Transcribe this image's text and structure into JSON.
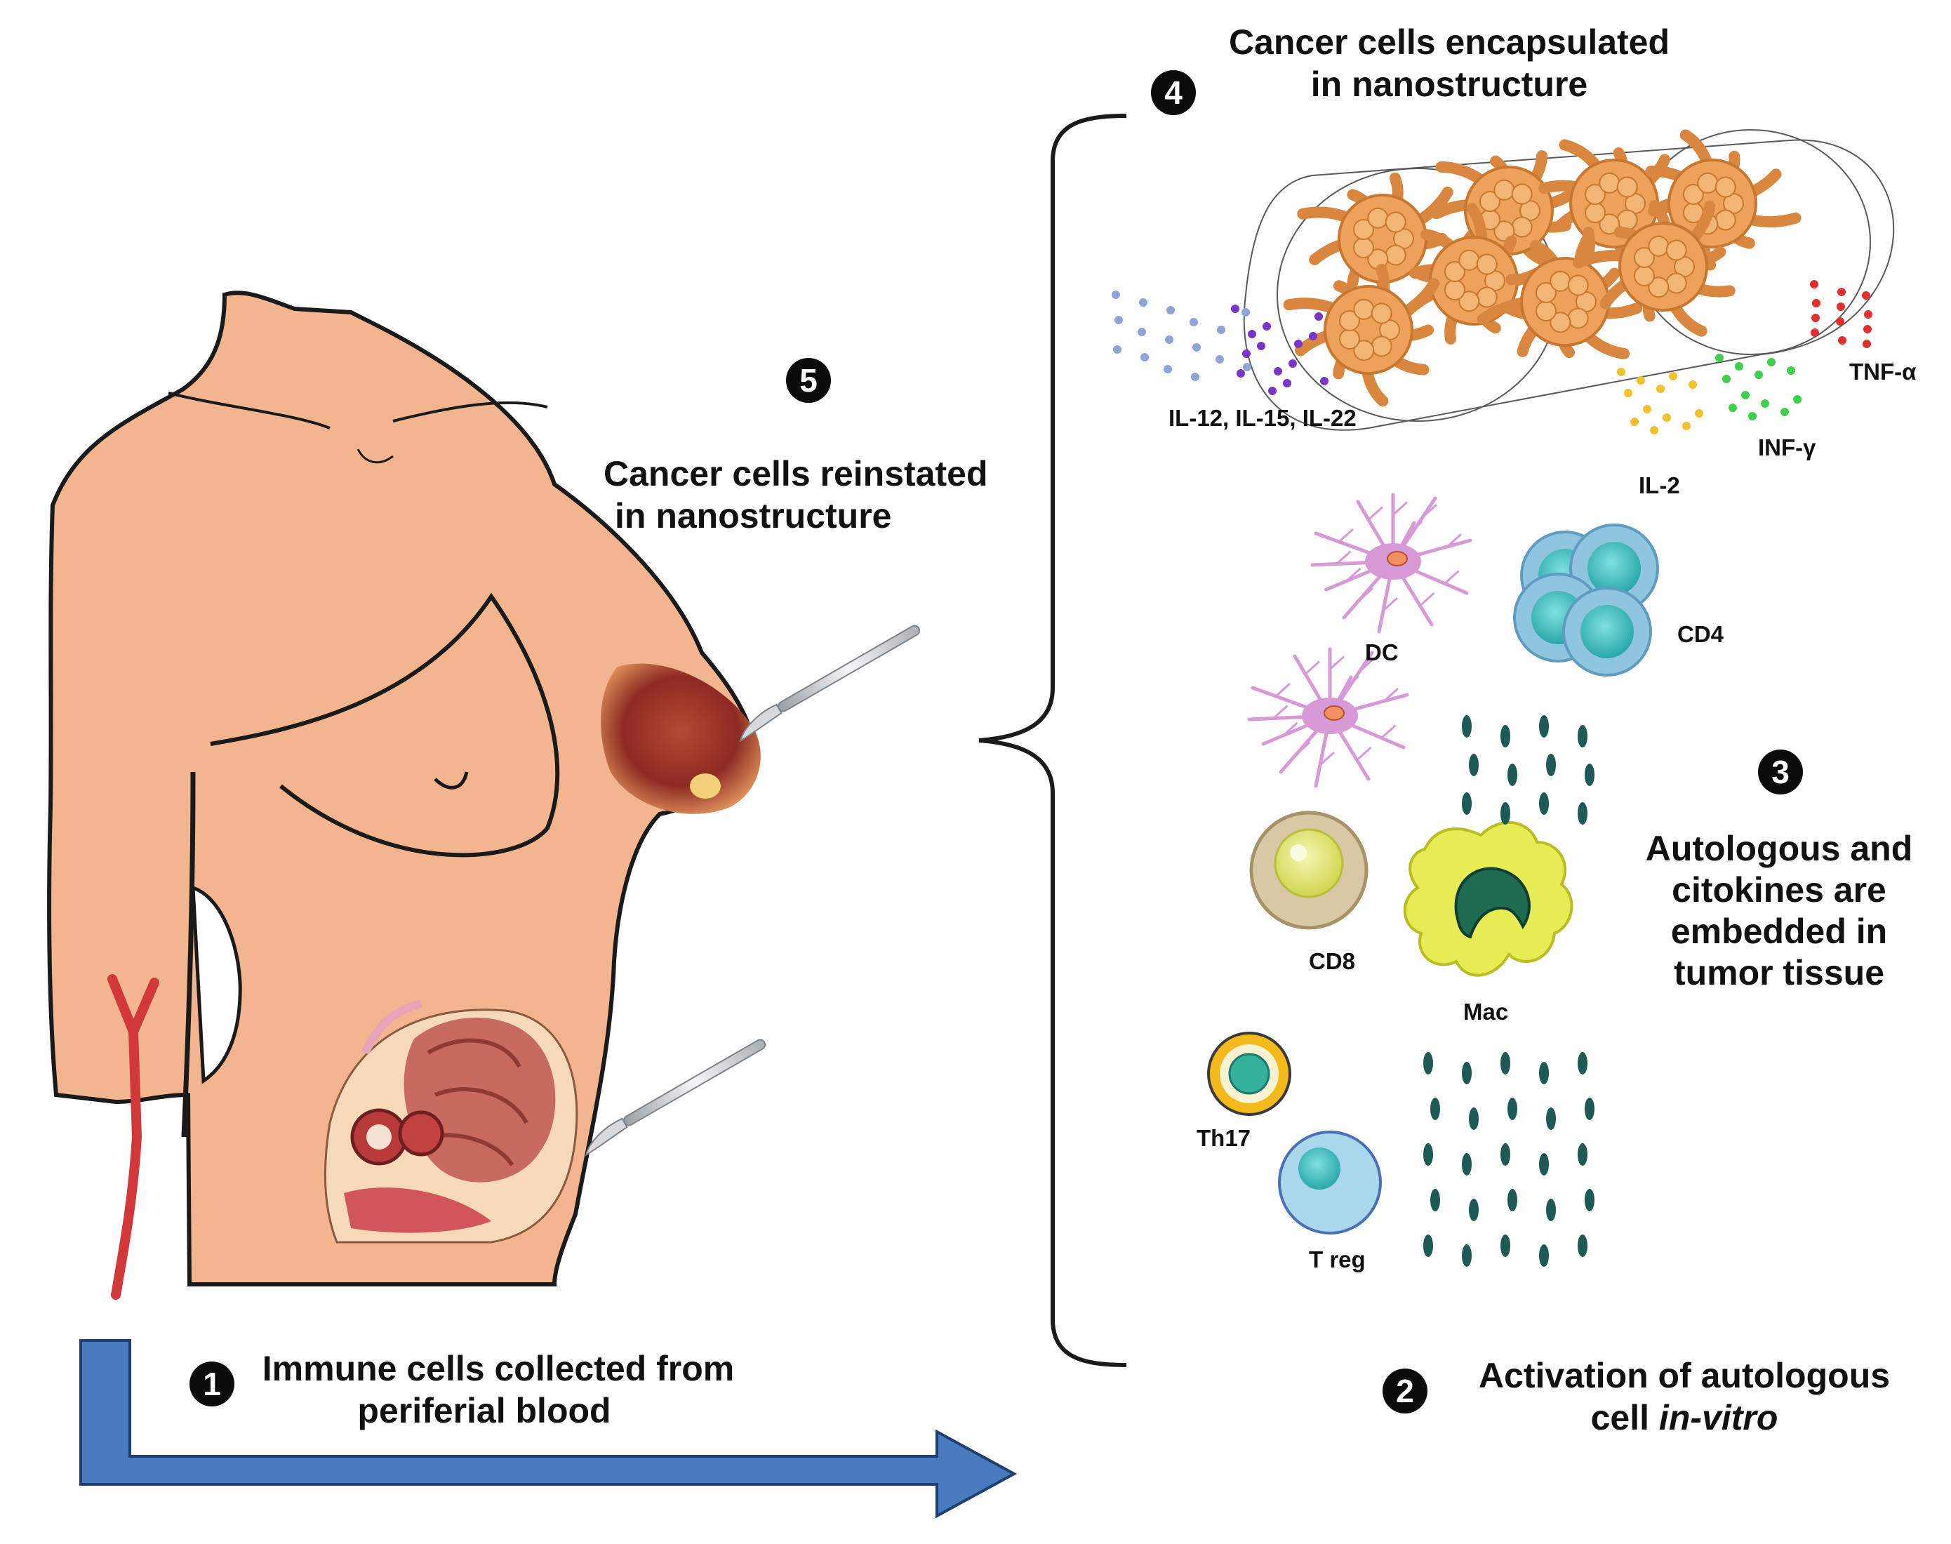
{
  "steps": {
    "step1": {
      "number": "1",
      "text_line1": "Immune cells collected from",
      "text_line2": "periferial blood"
    },
    "step2": {
      "number": "2",
      "text_line1": "Activation of autologous",
      "text_line2_plain": "cell ",
      "text_line2_italic": "in-vitro"
    },
    "step3": {
      "number": "3",
      "text_line1": "Autologous and",
      "text_line2": "citokines are",
      "text_line3": "embedded in",
      "text_line4": "tumor tissue"
    },
    "step4": {
      "number": "4",
      "text_line1": "Cancer cells encapsulated",
      "text_line2": "in nanostructure"
    },
    "step5": {
      "number": "5",
      "text_line1": "Cancer cells reinstated",
      "text_line2": "in nanostructure"
    }
  },
  "cytokines": {
    "il_group": "IL-12, IL-15, IL-22",
    "il2": "IL-2",
    "inf": "INF-γ",
    "tnf": "TNF-α"
  },
  "cells": {
    "dc": "DC",
    "cd4": "CD4",
    "cd8": "CD8",
    "mac": "Mac",
    "th17": "Th17",
    "treg": "T reg"
  },
  "colors": {
    "skin": "#f3b58f",
    "outline": "#1a1a1a",
    "arrow_blue": "#4a7bbf",
    "blood_red": "#d2373a",
    "cancer_orange": "#eea15a",
    "cd4_blue": "#8fc5df",
    "cd4_nucleus": "#3fb8b8",
    "cd8_ring": "#d8c9a4",
    "cd8_nucleus": "#dfe470",
    "mac_yellow": "#e7ec55",
    "mac_nucleus": "#1e6b52",
    "th17_ring": "#f4b91a",
    "th17_nucleus": "#35b09a",
    "treg_blue": "#a9d7ec",
    "treg_nucleus": "#3fb8b8",
    "dc_pink": "#d79ad6",
    "granule_teal": "#1d5a55"
  }
}
